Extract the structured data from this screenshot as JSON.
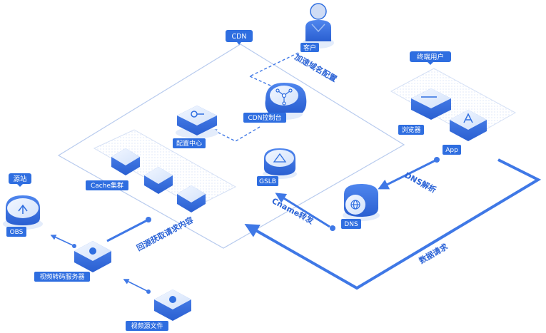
{
  "nodes": {
    "cdn": "CDN",
    "customer": "客户",
    "config_center": "配置中心",
    "cdn_console": "CDN控制台",
    "cache_cluster": "Cache集群",
    "gslb": "GSLB",
    "end_user": "终端用户",
    "browser": "浏览器",
    "app": "App",
    "dns": "DNS",
    "origin": "源站",
    "obs": "OBS",
    "transcode_server": "视频转码服务器",
    "source_file": "视频源文件"
  },
  "flows": {
    "accelerate_domain_config": "加速域名配置",
    "dns_resolve": "DNS解析",
    "cname_forward": "Cname转发",
    "data_request": "数据请求",
    "back_to_origin": "回源获取请求内容"
  },
  "colors": {
    "primary": "#2f6ee0",
    "line": "#3f78e6",
    "boundary": "#b8cbee",
    "light_blue": "#dfeafc"
  }
}
